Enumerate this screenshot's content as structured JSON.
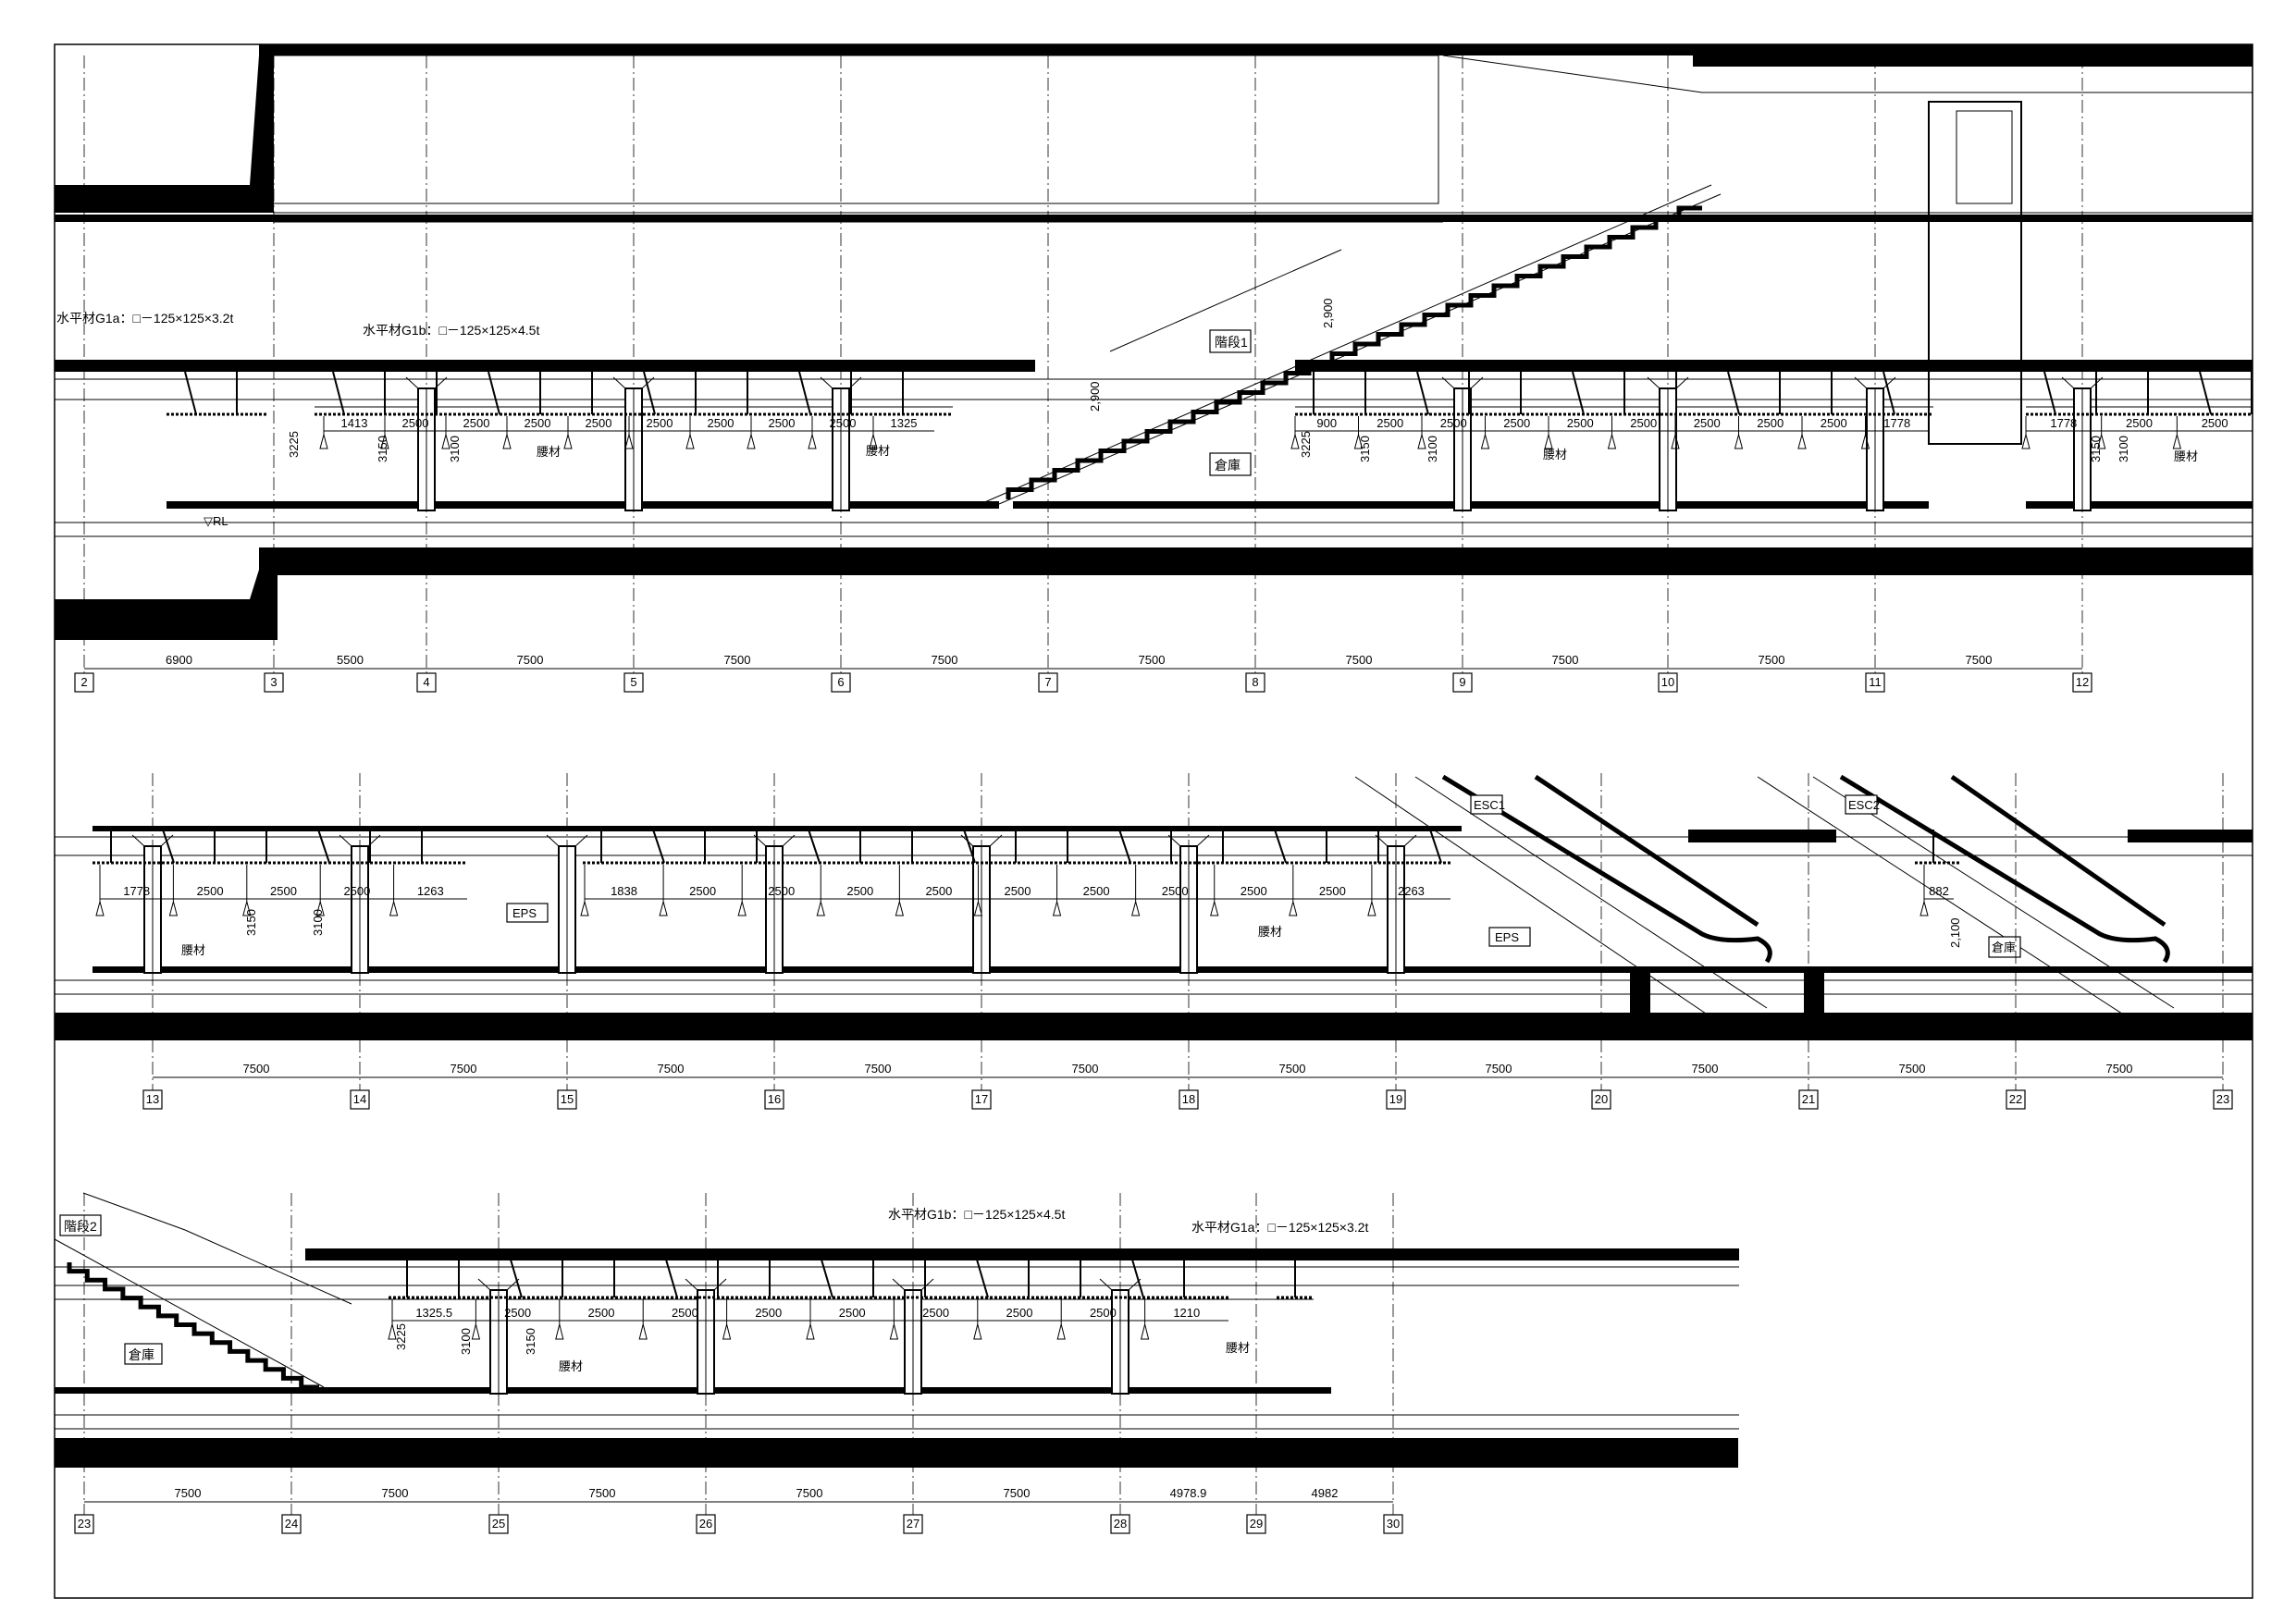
{
  "sections": [
    {
      "grid_labels": [
        "2",
        "3",
        "4",
        "5",
        "6",
        "7",
        "8",
        "9",
        "10",
        "11",
        "12"
      ],
      "spans": [
        "6900",
        "5500",
        "7500",
        "7500",
        "7500",
        "7500",
        "7500",
        "7500",
        "7500",
        "7500"
      ],
      "ceiling_dims": [
        [
          "1413",
          "2500",
          "2500",
          "2500",
          "2500",
          "2500",
          "2500",
          "2500",
          "2500",
          "1325"
        ],
        [
          "900",
          "2500",
          "2500",
          "2500",
          "2500",
          "2500",
          "2500",
          "2500",
          "2500",
          "1778"
        ],
        [
          "1778",
          "2500",
          "2500"
        ]
      ],
      "vertical_dims": [
        "3225",
        "3150",
        "3100",
        "3225",
        "3150",
        "3100",
        "3150",
        "3100",
        "2,900",
        "2,900"
      ],
      "labels": {
        "beam_g1a": "水平材G1a：□－125×125×3.2t",
        "beam_g1b": "水平材G1b：□－125×125×4.5t",
        "stair": "階段1",
        "storage": "倉庫",
        "rail_level": "▽RL",
        "waist_member": "腰材"
      }
    },
    {
      "grid_labels": [
        "13",
        "14",
        "15",
        "16",
        "17",
        "18",
        "19",
        "20",
        "21",
        "22",
        "23"
      ],
      "spans": [
        "7500",
        "7500",
        "7500",
        "7500",
        "7500",
        "7500",
        "7500",
        "7500",
        "7500",
        "7500"
      ],
      "ceiling_dims": [
        [
          "1778",
          "2500",
          "2500",
          "2500",
          "1263"
        ],
        [
          "1838",
          "2500",
          "2500",
          "2500",
          "2500",
          "2500",
          "2500",
          "2500",
          "2500",
          "2500",
          "2263"
        ],
        [
          "882"
        ]
      ],
      "vertical_dims": [
        "3150",
        "3100",
        "2,100"
      ],
      "labels": {
        "eps": "EPS",
        "esc1": "ESC1",
        "esc2": "ESC2",
        "storage": "倉庫",
        "waist_member": "腰材"
      }
    },
    {
      "grid_labels": [
        "23",
        "24",
        "25",
        "26",
        "27",
        "28",
        "29",
        "30"
      ],
      "spans": [
        "7500",
        "7500",
        "7500",
        "7500",
        "7500",
        "4978.9",
        "4982"
      ],
      "ceiling_dims": [
        [
          "1325.5",
          "2500",
          "2500",
          "2500",
          "2500",
          "2500",
          "2500",
          "2500",
          "2500",
          "1210"
        ]
      ],
      "vertical_dims": [
        "3225",
        "3100",
        "3150"
      ],
      "labels": {
        "beam_g1b": "水平材G1b：□－125×125×4.5t",
        "beam_g1a": "水平材G1a：□－125×125×3.2t",
        "stair": "階段2",
        "storage": "倉庫",
        "waist_member": "腰材"
      }
    }
  ]
}
